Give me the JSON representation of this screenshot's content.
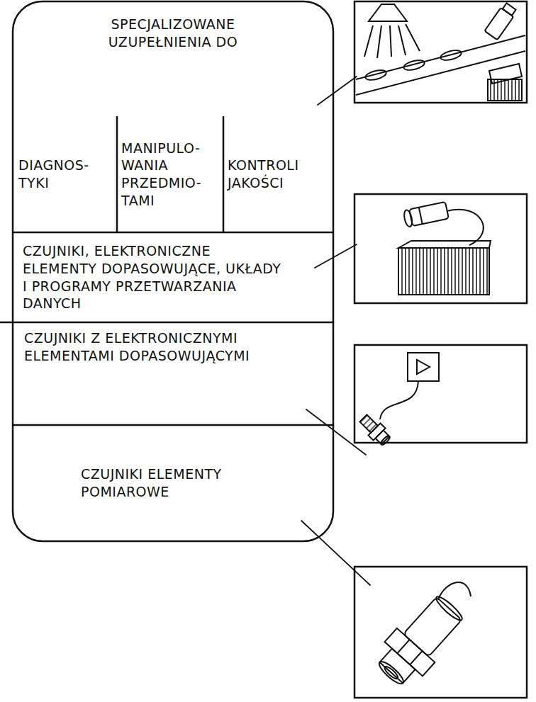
{
  "diagram": {
    "nodes": [
      {
        "text": [
          "SPECJALIZOWANE UZUPEŁNIENIA DO"
        ]
      },
      {
        "text": [
          "DIAGNOS- TYKI"
        ],
        "in": 0
      },
      {
        "text": [
          "MANIPULO- WANIA PRZEDMIO- TAMI"
        ],
        "in": 0
      },
      {
        "text": [
          "KONTROLI JAKOŚCI"
        ],
        "in": 0
      },
      {
        "text": [
          "CZUJNIKI, ELEKTRONICZNE ELEMENTY DOPASOWUJĄCE, UKŁADY I PROGRAMY PRZETWARZANIA DANYCH"
        ]
      },
      {
        "text": [
          "CZUJNIKI Z ELEKTRONICZNYMI ELEMENTAMI DOPASOWUJĄCYMI"
        ]
      },
      {
        "text": [
          "CZUJNIKI ELEMENTY POMIAROWE"
        ]
      }
    ]
  }
}
